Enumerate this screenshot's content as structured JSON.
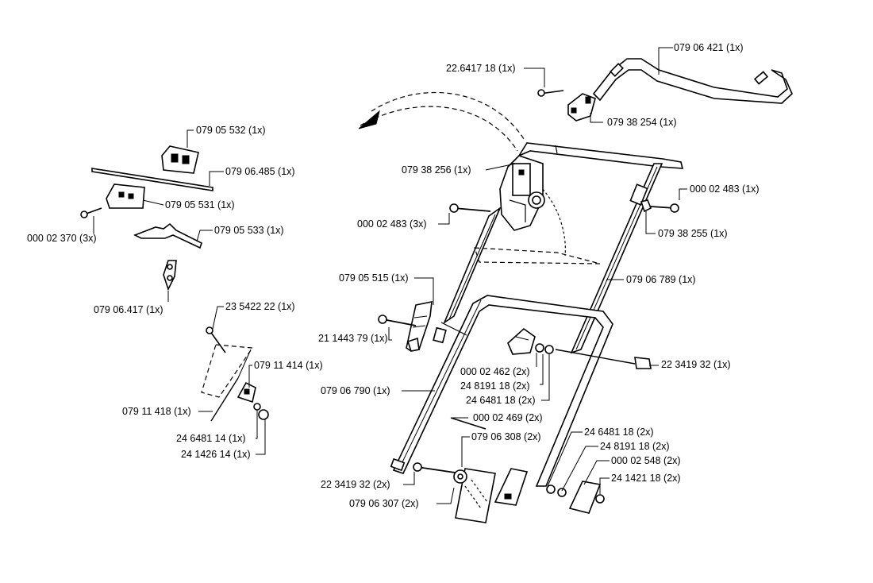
{
  "labels": {
    "p079_06_421": "079 06 421 (1x)",
    "p22_641718": "22.6417 18 (1x)",
    "p079_38_254": "079 38 254 (1x)",
    "p079_38_256": "079 38 256 (1x)",
    "p000_02_483_1x": "000 02 483 (1x)",
    "p000_02_483_3x": "000 02 483 (3x)",
    "p079_38_255": "079 38 255 (1x)",
    "p079_05_515": "079 05 515 (1x)",
    "p079_06_789": "079 06 789 (1x)",
    "p21_144379": "21 1443 79 (1x)",
    "p22_341932_1x": "22 3419 32 (1x)",
    "p000_02_462": "000 02 462 (2x)",
    "p24_819118_mid": "24 8191 18 (2x)",
    "p24_648118_mid": "24 6481 18 (2x)",
    "p079_06_790": "079 06 790 (1x)",
    "p000_02_469": "000 02 469 (2x)",
    "p079_06_308": "079 06 308 (2x)",
    "p24_648118_low": "24 6481 18 (2x)",
    "p24_819118_low": "24 8191 18 (2x)",
    "p000_02_548": "000 02 548 (2x)",
    "p24_142118": "24 1421 18 (2x)",
    "p22_341932_2x": "22 3419 32 (2x)",
    "p079_06_307": "079 06 307 (2x)",
    "p079_05_532": "079 05 532 (1x)",
    "p079_06_485": "079 06.485 (1x)",
    "p079_05_531": "079 05 531 (1x)",
    "p000_02_370": "000 02 370 (3x)",
    "p079_05_533": "079 05 533 (1x)",
    "p079_06_417": "079 06.417 (1x)",
    "p23_542222": "23 5422 22 (1x)",
    "p079_11_414": "079 11 414 (1x)",
    "p079_11_418": "079 11 418 (1x)",
    "p24_648114": "24 6481 14 (1x)",
    "p24_142614": "24 1426 14 (1x)"
  }
}
